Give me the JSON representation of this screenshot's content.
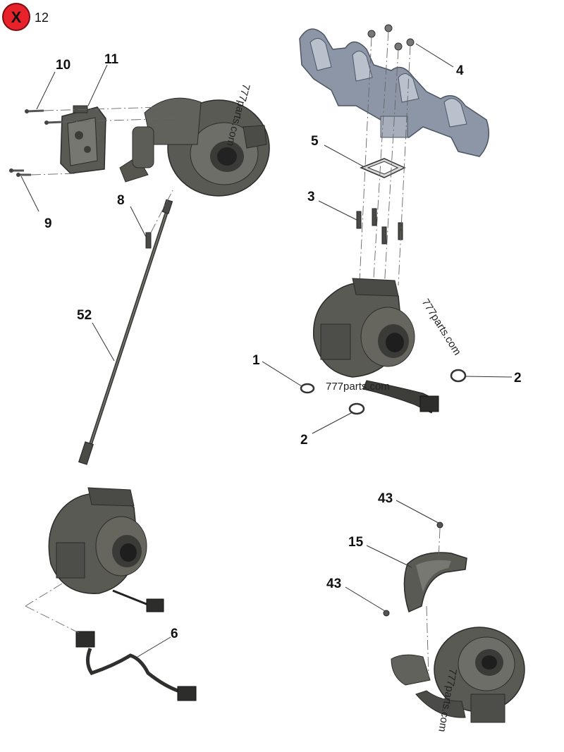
{
  "badge": {
    "icon": "close-icon",
    "color": "#e8222b",
    "glyph": "X",
    "count": "12"
  },
  "callouts": [
    "10",
    "11",
    "9",
    "8",
    "52",
    "4",
    "5",
    "3",
    "1",
    "2",
    "2",
    "6",
    "43",
    "15",
    "43"
  ],
  "watermarks": [
    "777parts.com",
    "777parts.com",
    "777parts.com",
    "777parts.com"
  ],
  "colors": {
    "part_dark": "#4a4a46",
    "part_mid": "#6b6b66",
    "part_light": "#9a9a94",
    "manifold": "#8c96a6",
    "manifold_light": "#b9c1cd"
  },
  "parts": [
    {
      "ref": "part-10",
      "name": "bolt-icon"
    },
    {
      "ref": "part-11",
      "name": "actuator-icon"
    },
    {
      "ref": "part-9",
      "name": "screws-icon"
    },
    {
      "ref": "part-8",
      "name": "bracket-clip-icon"
    },
    {
      "ref": "part-52",
      "name": "sensor-rod-icon"
    },
    {
      "ref": "part-4",
      "name": "exhaust-manifold-icon"
    },
    {
      "ref": "part-5",
      "name": "gasket-icon"
    },
    {
      "ref": "part-3",
      "name": "studs-icon"
    },
    {
      "ref": "part-1",
      "name": "clamp-icon"
    },
    {
      "ref": "part-2",
      "name": "clamp-icon"
    },
    {
      "ref": "part-6",
      "name": "wiring-harness-icon"
    },
    {
      "ref": "part-43",
      "name": "nut-icon"
    },
    {
      "ref": "part-15",
      "name": "heat-shield-icon"
    }
  ]
}
